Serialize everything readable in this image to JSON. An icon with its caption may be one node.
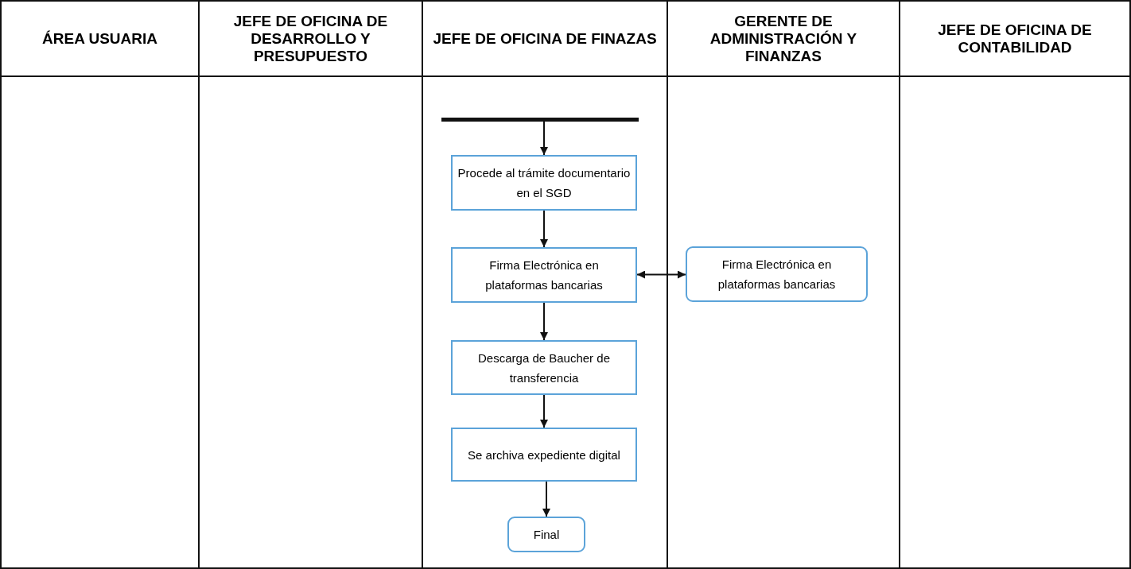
{
  "diagram": {
    "nodes": [
      {
        "text": [
          "ÁREA USUARIA"
        ]
      },
      {
        "text": [
          "JEFE DE OFICINA DE DESARROLLO Y PRESUPUESTO"
        ]
      },
      {
        "text": [
          "JEFE DE OFICINA DE FINAZAS"
        ]
      },
      {
        "text": [
          "GERENTE DE ADMINISTRACIÓN Y FINANZAS"
        ]
      },
      {
        "text": [
          "JEFE DE OFICINA DE CONTABILIDAD"
        ]
      },
      {
        "text": [],
        "shape": "bar",
        "in": 2
      },
      {
        "text": [
          "Procede al trámite documentario en el SGD"
        ],
        "in": 2
      },
      {
        "text": [
          "Firma Electrónica en plataformas bancarias"
        ],
        "in": 2
      },
      {
        "text": [
          "Descarga de Baucher de transferencia"
        ],
        "in": 2
      },
      {
        "text": [
          "Se archiva expediente digital"
        ],
        "in": 2
      },
      {
        "text": [
          "Final"
        ],
        "in": 2
      },
      {
        "text": [
          "Firma Electrónica en plataformas bancarias"
        ],
        "in": 3
      }
    ],
    "edges": [
      {
        "from": 5,
        "to": 6,
        "arrow": "to"
      },
      {
        "from": 6,
        "to": 7,
        "arrow": "to"
      },
      {
        "from": 7,
        "to": 11,
        "arrow": "both"
      },
      {
        "from": 7,
        "to": 8,
        "arrow": "to"
      },
      {
        "from": 8,
        "to": 9,
        "arrow": "to"
      },
      {
        "from": 9,
        "to": 10,
        "arrow": "to"
      }
    ]
  }
}
